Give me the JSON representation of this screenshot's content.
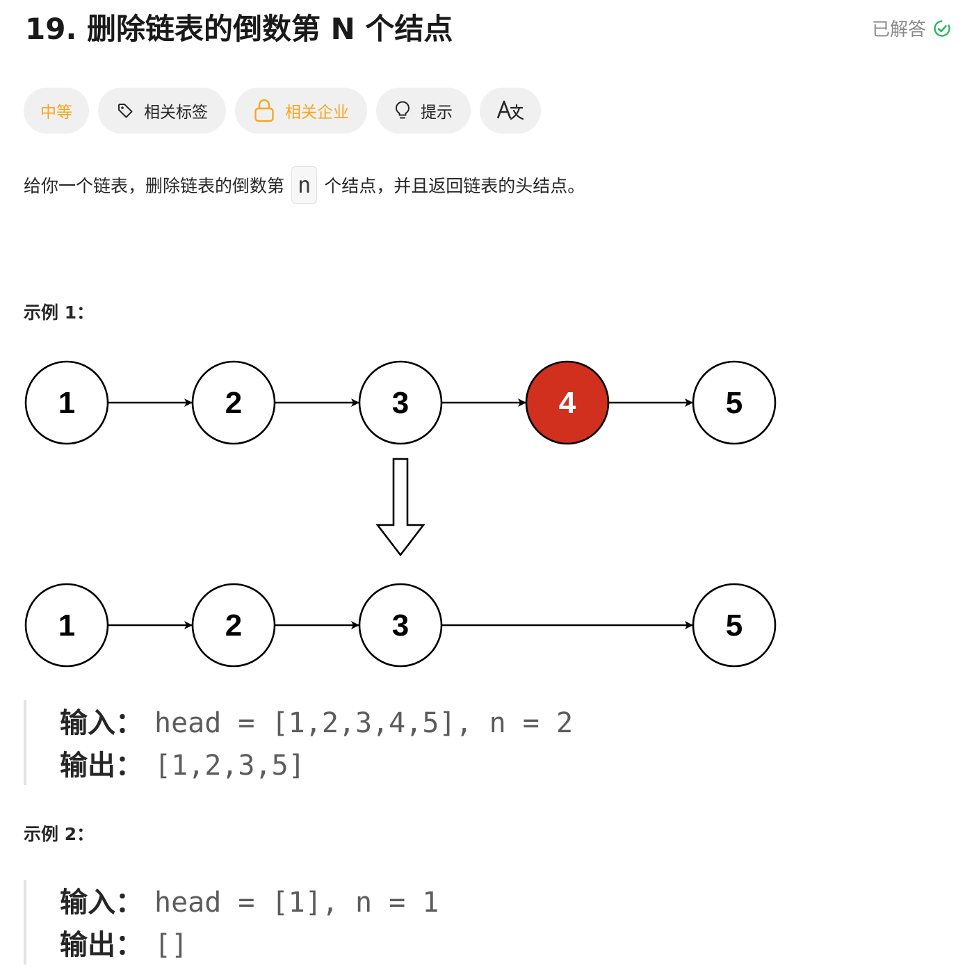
{
  "problem": {
    "title": "19. 删除链表的倒数第 N 个结点",
    "status_label": "已解答"
  },
  "tags": {
    "difficulty": "中等",
    "topics": "相关标签",
    "companies": "相关企业",
    "hints": "提示"
  },
  "description": {
    "before": "给你一个链表，删除链表的倒数第",
    "code": "n",
    "after": "个结点，并且返回链表的头结点。"
  },
  "examples": [
    {
      "title": "示例 1：",
      "input_label": "输入：",
      "input": "head = [1,2,3,4,5], n = 2",
      "output_label": "输出：",
      "output": "[1,2,3,5]"
    },
    {
      "title": "示例 2：",
      "input_label": "输入：",
      "input": "head = [1], n = 1",
      "output_label": "输出：",
      "output": "[]"
    }
  ],
  "diagram": {
    "before": [
      "1",
      "2",
      "3",
      "4",
      "5"
    ],
    "after": [
      "1",
      "2",
      "3",
      "5"
    ],
    "removed_index": 3,
    "removed_color": "#d1301f"
  },
  "colors": {
    "medium": "#f6a623",
    "solved": "#2db55d"
  }
}
